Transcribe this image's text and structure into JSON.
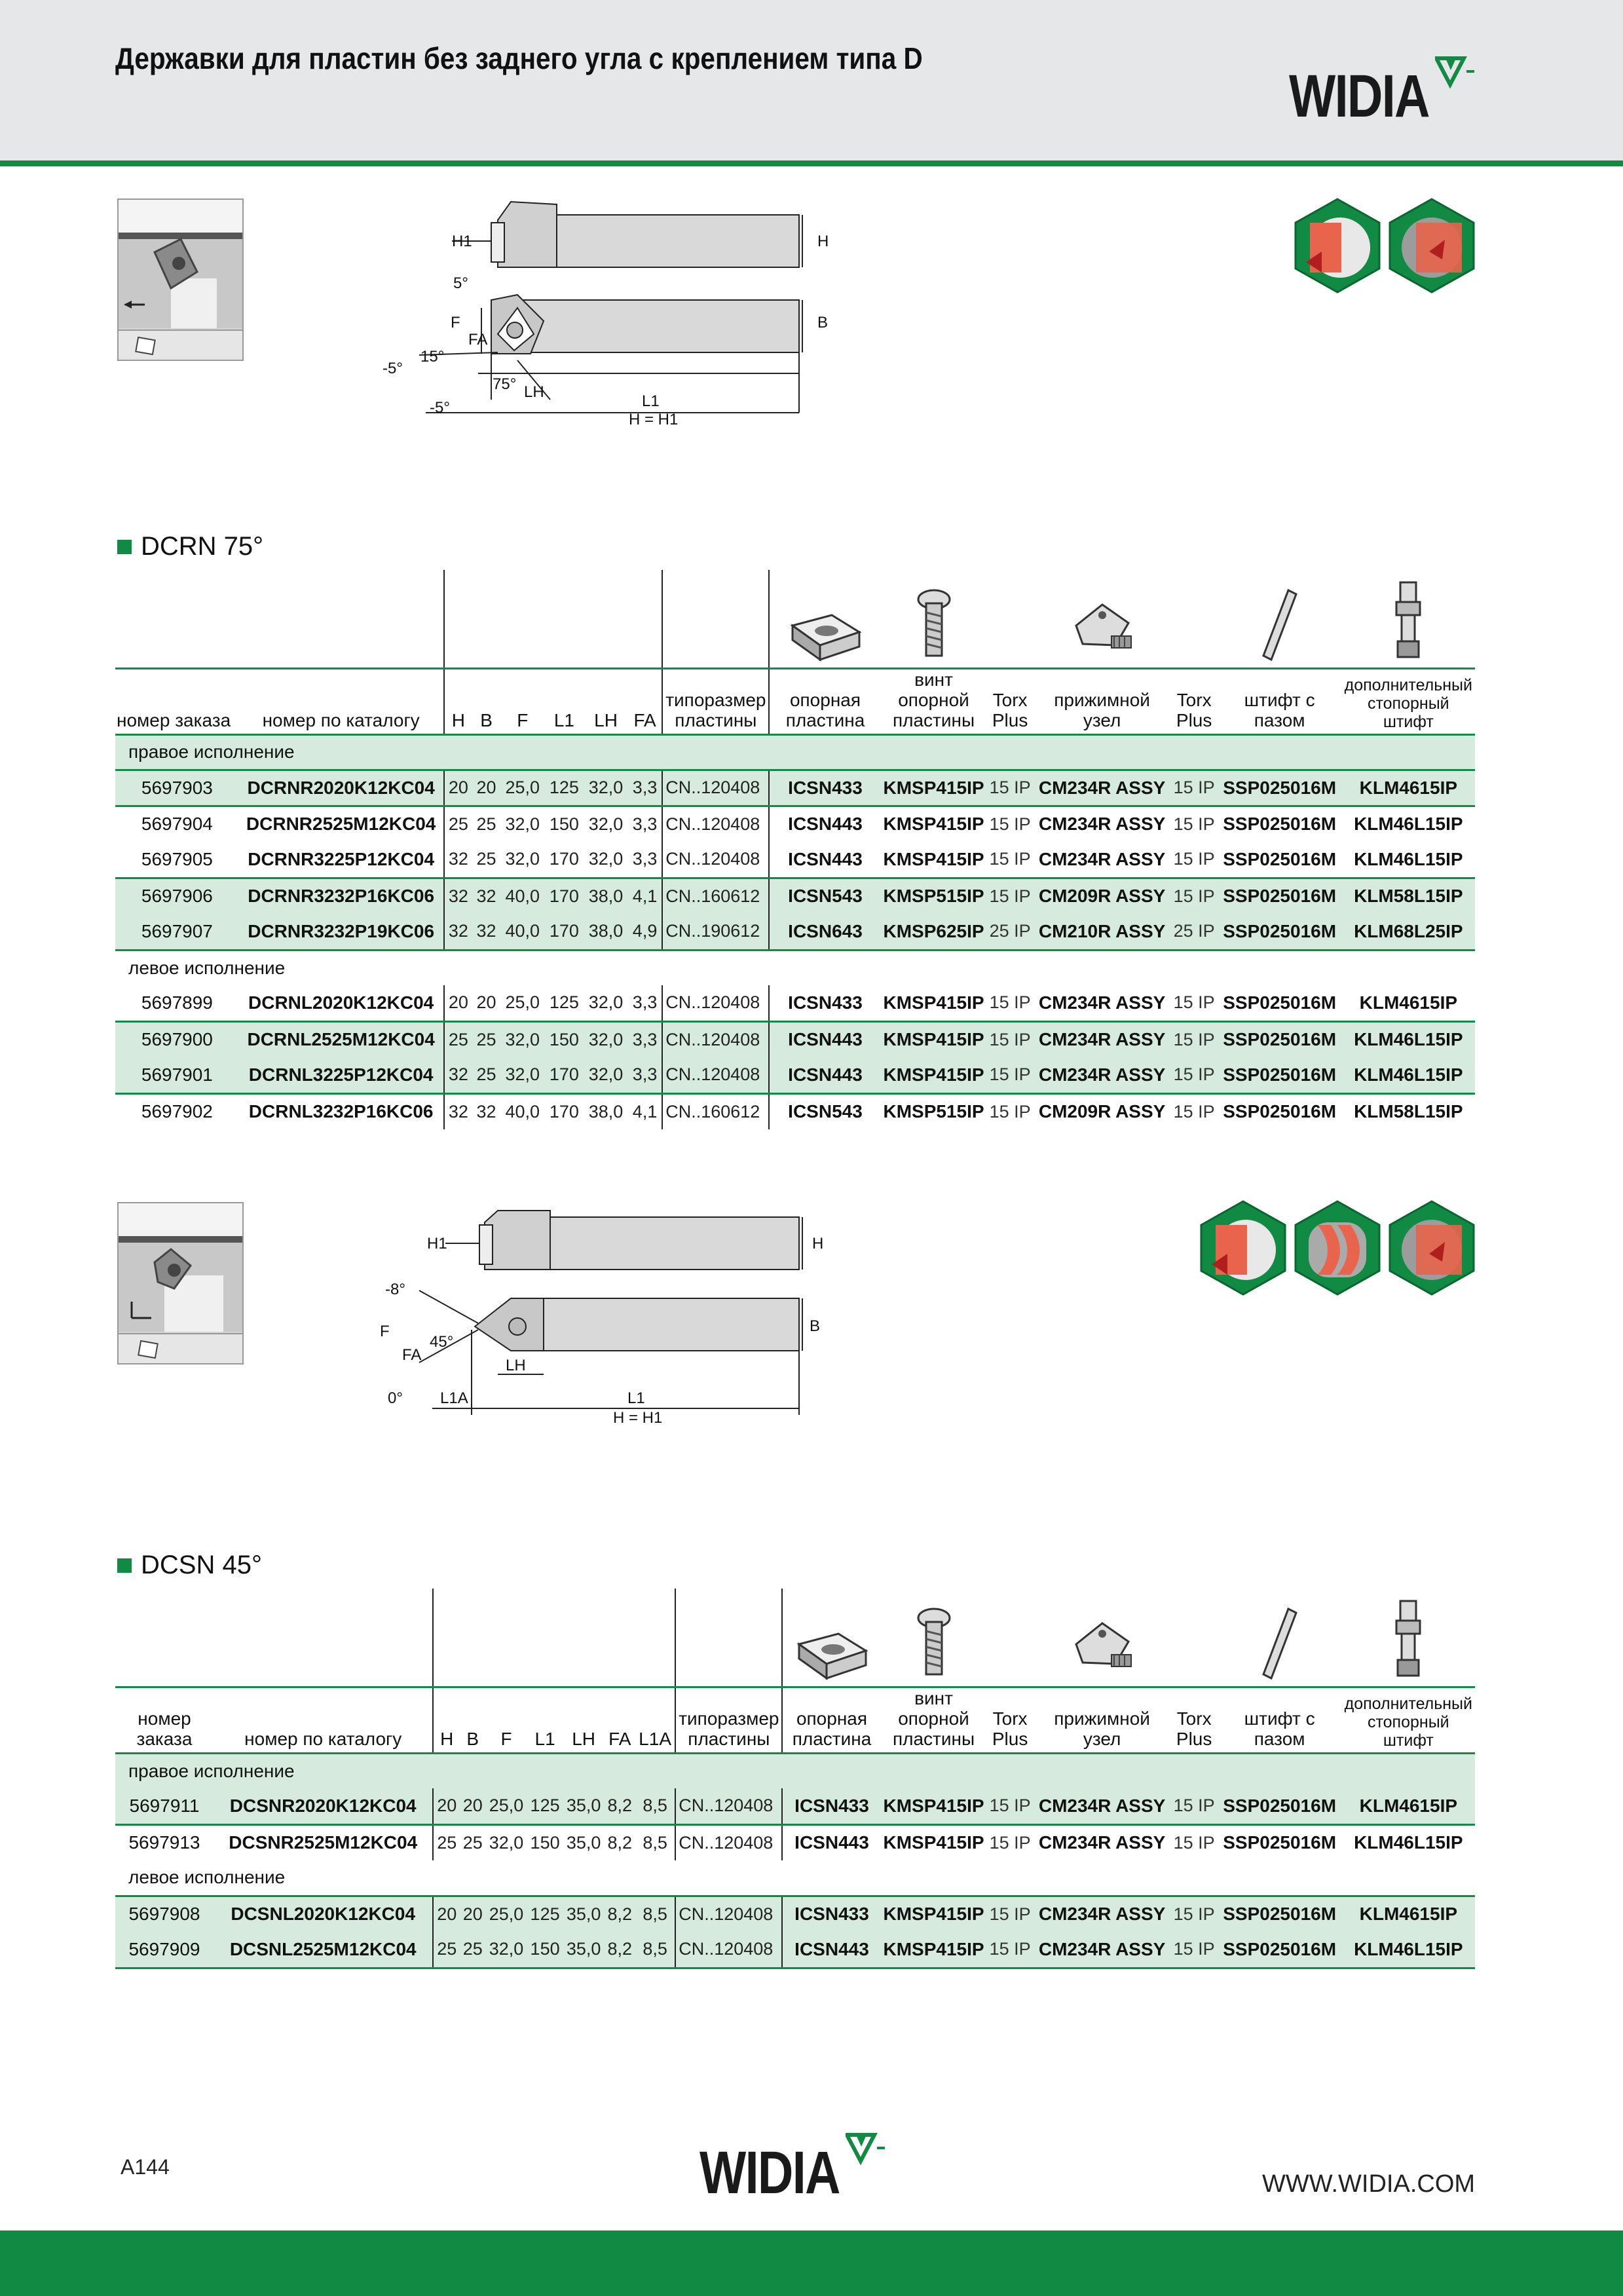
{
  "header": {
    "title": "Державки для пластин без заднего угла с креплением типа D",
    "brand": "WIDIA"
  },
  "colors": {
    "green": "#118a43",
    "band": "#d6ebdd",
    "header_bg": "#e6e7e8"
  },
  "diagram1": {
    "labels": [
      "H1",
      "H",
      "5°",
      "F",
      "FA",
      "B",
      "15°",
      "-5°",
      "75°",
      "LH",
      "L1",
      "H = H1",
      "-5°"
    ]
  },
  "diagram2": {
    "labels": [
      "H1",
      "H",
      "-8°",
      "F",
      "45°",
      "FA",
      "B",
      "LH",
      "0°",
      "L1A",
      "L1",
      "H = H1"
    ]
  },
  "dcrn": {
    "title": "DCRN 75°",
    "headers": {
      "order": "номер заказа",
      "catalog": "номер по каталогу",
      "dims": [
        "H",
        "B",
        "F",
        "L1",
        "LH",
        "FA"
      ],
      "size": "типоразмер пластины",
      "seat": "опорная пластина",
      "screw": "винт опорной пластины",
      "torx1": "Torx Plus",
      "clamp": "прижимной узел",
      "torx2": "Torx Plus",
      "pin": "штифт с пазом",
      "lockpin": "дополнительный стопорный штифт"
    },
    "groups": [
      {
        "label": "правое исполнение",
        "rows": [
          [
            "5697903",
            "DCRNR2020K12KC04",
            "20",
            "20",
            "25,0",
            "125",
            "32,0",
            "3,3",
            "CN..120408",
            "ICSN433",
            "KMSP415IP",
            "15 IP",
            "CM234R ASSY",
            "15 IP",
            "SSP025016M",
            "KLM4615IP"
          ],
          [
            "5697904",
            "DCRNR2525M12KC04",
            "25",
            "25",
            "32,0",
            "150",
            "32,0",
            "3,3",
            "CN..120408",
            "ICSN443",
            "KMSP415IP",
            "15 IP",
            "CM234R ASSY",
            "15 IP",
            "SSP025016M",
            "KLM46L15IP"
          ],
          [
            "5697905",
            "DCRNR3225P12KC04",
            "32",
            "25",
            "32,0",
            "170",
            "32,0",
            "3,3",
            "CN..120408",
            "ICSN443",
            "KMSP415IP",
            "15 IP",
            "CM234R ASSY",
            "15 IP",
            "SSP025016M",
            "KLM46L15IP"
          ],
          [
            "5697906",
            "DCRNR3232P16KC06",
            "32",
            "32",
            "40,0",
            "170",
            "38,0",
            "4,1",
            "CN..160612",
            "ICSN543",
            "KMSP515IP",
            "15 IP",
            "CM209R ASSY",
            "15 IP",
            "SSP025016M",
            "KLM58L15IP"
          ],
          [
            "5697907",
            "DCRNR3232P19KC06",
            "32",
            "32",
            "40,0",
            "170",
            "38,0",
            "4,9",
            "CN..190612",
            "ICSN643",
            "KMSP625IP",
            "25 IP",
            "CM210R ASSY",
            "25 IP",
            "SSP025016M",
            "KLM68L25IP"
          ]
        ]
      },
      {
        "label": "левое исполнение",
        "rows": [
          [
            "5697899",
            "DCRNL2020K12KC04",
            "20",
            "20",
            "25,0",
            "125",
            "32,0",
            "3,3",
            "CN..120408",
            "ICSN433",
            "KMSP415IP",
            "15 IP",
            "CM234R ASSY",
            "15 IP",
            "SSP025016M",
            "KLM4615IP"
          ],
          [
            "5697900",
            "DCRNL2525M12KC04",
            "25",
            "25",
            "32,0",
            "150",
            "32,0",
            "3,3",
            "CN..120408",
            "ICSN443",
            "KMSP415IP",
            "15 IP",
            "CM234R ASSY",
            "15 IP",
            "SSP025016M",
            "KLM46L15IP"
          ],
          [
            "5697901",
            "DCRNL3225P12KC04",
            "32",
            "25",
            "32,0",
            "170",
            "32,0",
            "3,3",
            "CN..120408",
            "ICSN443",
            "KMSP415IP",
            "15 IP",
            "CM234R ASSY",
            "15 IP",
            "SSP025016M",
            "KLM46L15IP"
          ],
          [
            "5697902",
            "DCRNL3232P16KC06",
            "32",
            "32",
            "40,0",
            "170",
            "38,0",
            "4,1",
            "CN..160612",
            "ICSN543",
            "KMSP515IP",
            "15 IP",
            "CM209R ASSY",
            "15 IP",
            "SSP025016M",
            "KLM58L15IP"
          ]
        ]
      }
    ]
  },
  "dcsn": {
    "title": "DCSN 45°",
    "headers": {
      "order": "номер заказа",
      "catalog": "номер по каталогу",
      "dims": [
        "H",
        "B",
        "F",
        "L1",
        "LH",
        "FA",
        "L1A"
      ],
      "size": "типоразмер пластины",
      "seat": "опорная пластина",
      "screw": "винт опорной пластины",
      "torx1": "Torx Plus",
      "clamp": "прижимной узел",
      "torx2": "Torx Plus",
      "pin": "штифт с пазом",
      "lockpin": "дополнительный стопорный штифт"
    },
    "groups": [
      {
        "label": "правое исполнение",
        "rows": [
          [
            "5697911",
            "DCSNR2020K12KC04",
            "20",
            "20",
            "25,0",
            "125",
            "35,0",
            "8,2",
            "8,5",
            "CN..120408",
            "ICSN433",
            "KMSP415IP",
            "15 IP",
            "CM234R ASSY",
            "15 IP",
            "SSP025016M",
            "KLM4615IP"
          ],
          [
            "5697913",
            "DCSNR2525M12KC04",
            "25",
            "25",
            "32,0",
            "150",
            "35,0",
            "8,2",
            "8,5",
            "CN..120408",
            "ICSN443",
            "KMSP415IP",
            "15 IP",
            "CM234R ASSY",
            "15 IP",
            "SSP025016M",
            "KLM46L15IP"
          ]
        ]
      },
      {
        "label": "левое исполнение",
        "rows": [
          [
            "5697908",
            "DCSNL2020K12KC04",
            "20",
            "20",
            "25,0",
            "125",
            "35,0",
            "8,2",
            "8,5",
            "CN..120408",
            "ICSN433",
            "KMSP415IP",
            "15 IP",
            "CM234R ASSY",
            "15 IP",
            "SSP025016M",
            "KLM4615IP"
          ],
          [
            "5697909",
            "DCSNL2525M12KC04",
            "25",
            "25",
            "32,0",
            "150",
            "35,0",
            "8,2",
            "8,5",
            "CN..120408",
            "ICSN443",
            "KMSP415IP",
            "15 IP",
            "CM234R ASSY",
            "15 IP",
            "SSP025016M",
            "KLM46L15IP"
          ]
        ]
      }
    ]
  },
  "footer": {
    "page": "A144",
    "brand": "WIDIA",
    "url": "WWW.WIDIA.COM"
  }
}
